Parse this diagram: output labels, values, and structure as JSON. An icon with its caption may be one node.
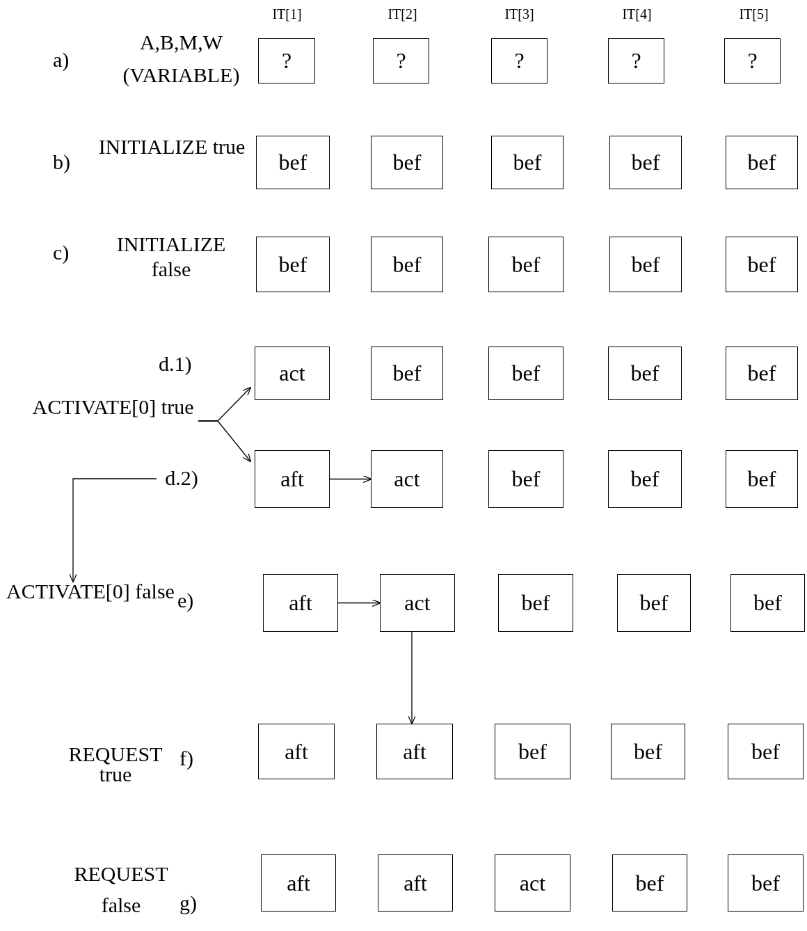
{
  "diagram": {
    "nodes": [
      {
        "text": [
          "?"
        ]
      },
      {
        "text": [
          "?"
        ]
      },
      {
        "text": [
          "?"
        ]
      },
      {
        "text": [
          "?"
        ]
      },
      {
        "text": [
          "?"
        ]
      },
      {
        "text": [
          "bef"
        ]
      },
      {
        "text": [
          "bef"
        ]
      },
      {
        "text": [
          "bef"
        ]
      },
      {
        "text": [
          "bef"
        ]
      },
      {
        "text": [
          "bef"
        ]
      },
      {
        "text": [
          "bef"
        ]
      },
      {
        "text": [
          "bef"
        ]
      },
      {
        "text": [
          "bef"
        ]
      },
      {
        "text": [
          "bef"
        ]
      },
      {
        "text": [
          "bef"
        ]
      },
      {
        "text": [
          "act"
        ]
      },
      {
        "text": [
          "bef"
        ]
      },
      {
        "text": [
          "bef"
        ]
      },
      {
        "text": [
          "bef"
        ]
      },
      {
        "text": [
          "bef"
        ]
      },
      {
        "text": [
          "ACTIVATE[0] true"
        ]
      },
      {
        "text": [
          "d.2)"
        ]
      },
      {
        "text": [
          "aft"
        ]
      },
      {
        "text": [
          "act"
        ]
      },
      {
        "text": [
          "bef"
        ]
      },
      {
        "text": [
          "bef"
        ]
      },
      {
        "text": [
          "bef"
        ]
      },
      {
        "text": [
          "ACTIVATE[0] false"
        ]
      },
      {
        "text": [
          "aft"
        ]
      },
      {
        "text": [
          "act"
        ]
      },
      {
        "text": [
          "bef"
        ]
      },
      {
        "text": [
          "bef"
        ]
      },
      {
        "text": [
          "bef"
        ]
      },
      {
        "text": [
          "aft"
        ]
      },
      {
        "text": [
          "aft"
        ]
      },
      {
        "text": [
          "bef"
        ]
      },
      {
        "text": [
          "bef"
        ]
      },
      {
        "text": [
          "bef"
        ]
      },
      {
        "text": [
          "aft"
        ]
      },
      {
        "text": [
          "aft"
        ]
      },
      {
        "text": [
          "act"
        ]
      },
      {
        "text": [
          "bef"
        ]
      },
      {
        "text": [
          "bef"
        ]
      }
    ],
    "edges": [
      {
        "from": 20,
        "to": 15,
        "arrow": "to"
      },
      {
        "from": 20,
        "to": 22,
        "arrow": "to"
      },
      {
        "from": 22,
        "to": 23,
        "arrow": "to"
      },
      {
        "from": 21,
        "to": 27,
        "arrow": "to"
      },
      {
        "from": 28,
        "to": 29,
        "arrow": "to"
      },
      {
        "from": 29,
        "to": 34,
        "arrow": "to"
      }
    ],
    "labels": [
      "IT[1]",
      "IT[2]",
      "IT[3]",
      "IT[4]",
      "IT[5]",
      "a)",
      "A,B,M,W (VARIABLE)",
      "b)",
      "INITIALIZE true",
      "c)",
      "INITIALIZE false",
      "d.1)",
      "e)",
      "REQUEST true",
      "f)",
      "REQUEST false",
      "g)"
    ]
  }
}
